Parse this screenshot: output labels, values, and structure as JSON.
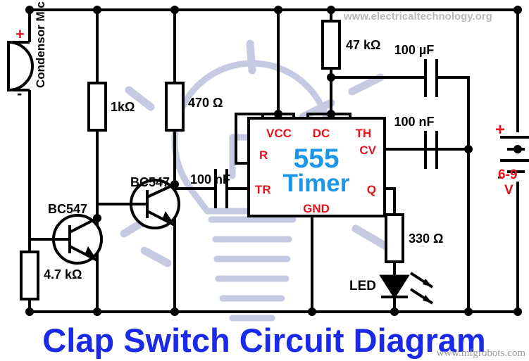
{
  "diagram": {
    "title": "Clap Switch Circuit Diagram",
    "watermark_top": "www.electricaltechnology.org",
    "watermark_bottom": "www.mfgrobots.com",
    "background_graphic": "light-bulb",
    "title_color": "#1a2ae8",
    "pin_label_color": "#e8111b",
    "ic_name_color": "#1b96e8"
  },
  "ic": {
    "name_line1": "555",
    "name_line2": "Timer",
    "pins": {
      "vcc": "VCC",
      "dc": "DC",
      "th": "TH",
      "r": "R",
      "tr": "TR",
      "cv": "CV",
      "q": "Q",
      "gnd": "GND"
    }
  },
  "components": {
    "mic": {
      "label": "Condensor Mic",
      "plus": "+",
      "minus": "-"
    },
    "r_1k": "1kΩ",
    "r_470": "470 Ω",
    "r_47k": "47 kΩ",
    "r_4k7": "4.7 kΩ",
    "r_330": "330 Ω",
    "c_100nf_left": "100 nF",
    "c_100uf": "100 µF",
    "c_100nf_right": "100 nF",
    "q1": "BC547",
    "q2": "BC547",
    "led": "LED",
    "battery": {
      "plus": "+",
      "minus": "-",
      "voltage_line1": "6-9",
      "voltage_line2": "V"
    }
  }
}
